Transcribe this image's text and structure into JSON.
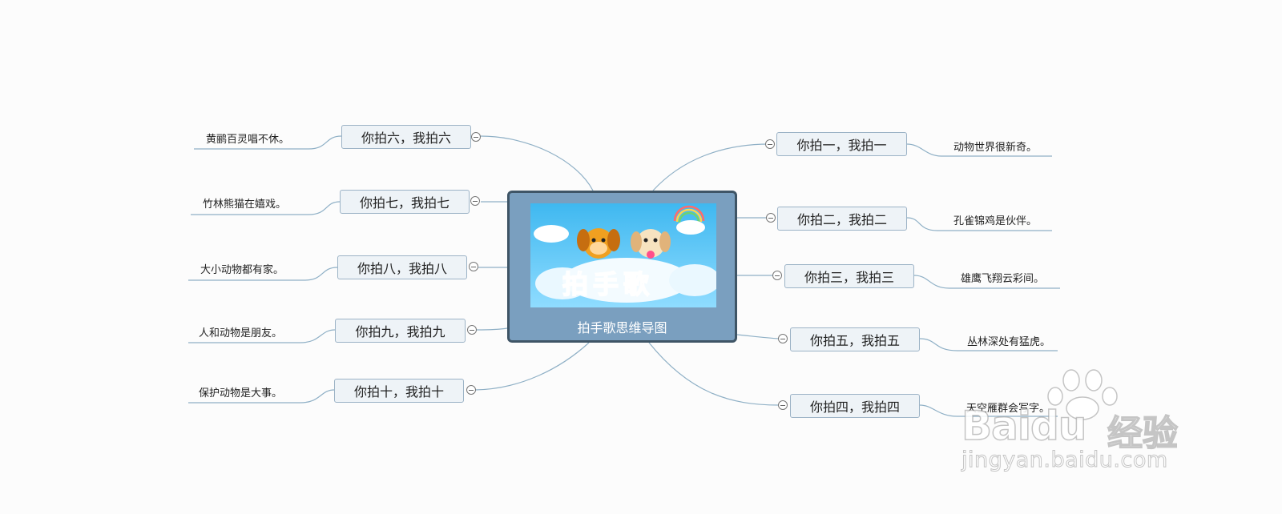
{
  "root": {
    "title": "拍手歌思维导图",
    "image_text": "拍手歌"
  },
  "right_branches": [
    {
      "label": "你拍一，我拍一",
      "leaf": "动物世界很新奇。"
    },
    {
      "label": "你拍二，我拍二",
      "leaf": "孔雀锦鸡是伙伴。"
    },
    {
      "label": "你拍三，我拍三",
      "leaf": "雄鹰飞翔云彩间。"
    },
    {
      "label": "你拍五，我拍五",
      "leaf": "丛林深处有猛虎。"
    },
    {
      "label": "你拍四，我拍四",
      "leaf": "天空雁群会写字。"
    }
  ],
  "left_branches": [
    {
      "label": "你拍六，我拍六",
      "leaf": "黄鹂百灵唱不休。"
    },
    {
      "label": "你拍七，我拍七",
      "leaf": "竹林熊猫在嬉戏。"
    },
    {
      "label": "你拍八，我拍八",
      "leaf": "大小动物都有家。"
    },
    {
      "label": "你拍九，我拍九",
      "leaf": "人和动物是朋友。"
    },
    {
      "label": "你拍十，我拍十",
      "leaf": "保护动物是大事。"
    }
  ],
  "watermark": {
    "logo": "Baidu",
    "brand": "经验",
    "url": "jingyan.baidu.com"
  },
  "colors": {
    "line": "#8fb0c6",
    "node_fill": "#eef3f7",
    "node_border": "#9cb3c6",
    "root_fill": "#7a9fbf",
    "root_border": "#3f5566"
  }
}
